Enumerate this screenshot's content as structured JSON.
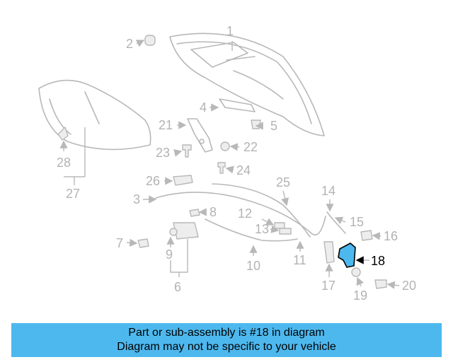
{
  "callouts": {
    "c1": "1",
    "c2": "2",
    "c3": "3",
    "c4": "4",
    "c5": "5",
    "c6": "6",
    "c7": "7",
    "c8": "8",
    "c9": "9",
    "c10": "10",
    "c11": "11",
    "c12": "12",
    "c13": "13",
    "c14": "14",
    "c15": "15",
    "c16": "16",
    "c17": "17",
    "c18": "18",
    "c19": "19",
    "c20": "20",
    "c21": "21",
    "c22": "22",
    "c23": "23",
    "c24": "24",
    "c25": "25",
    "c26": "26",
    "c27": "27",
    "c28": "28"
  },
  "highlight_color": "#4db8ee",
  "banner": {
    "line1": "Part or sub-assembly is #18 in diagram",
    "line2": "Diagram may not be specific to your vehicle"
  }
}
